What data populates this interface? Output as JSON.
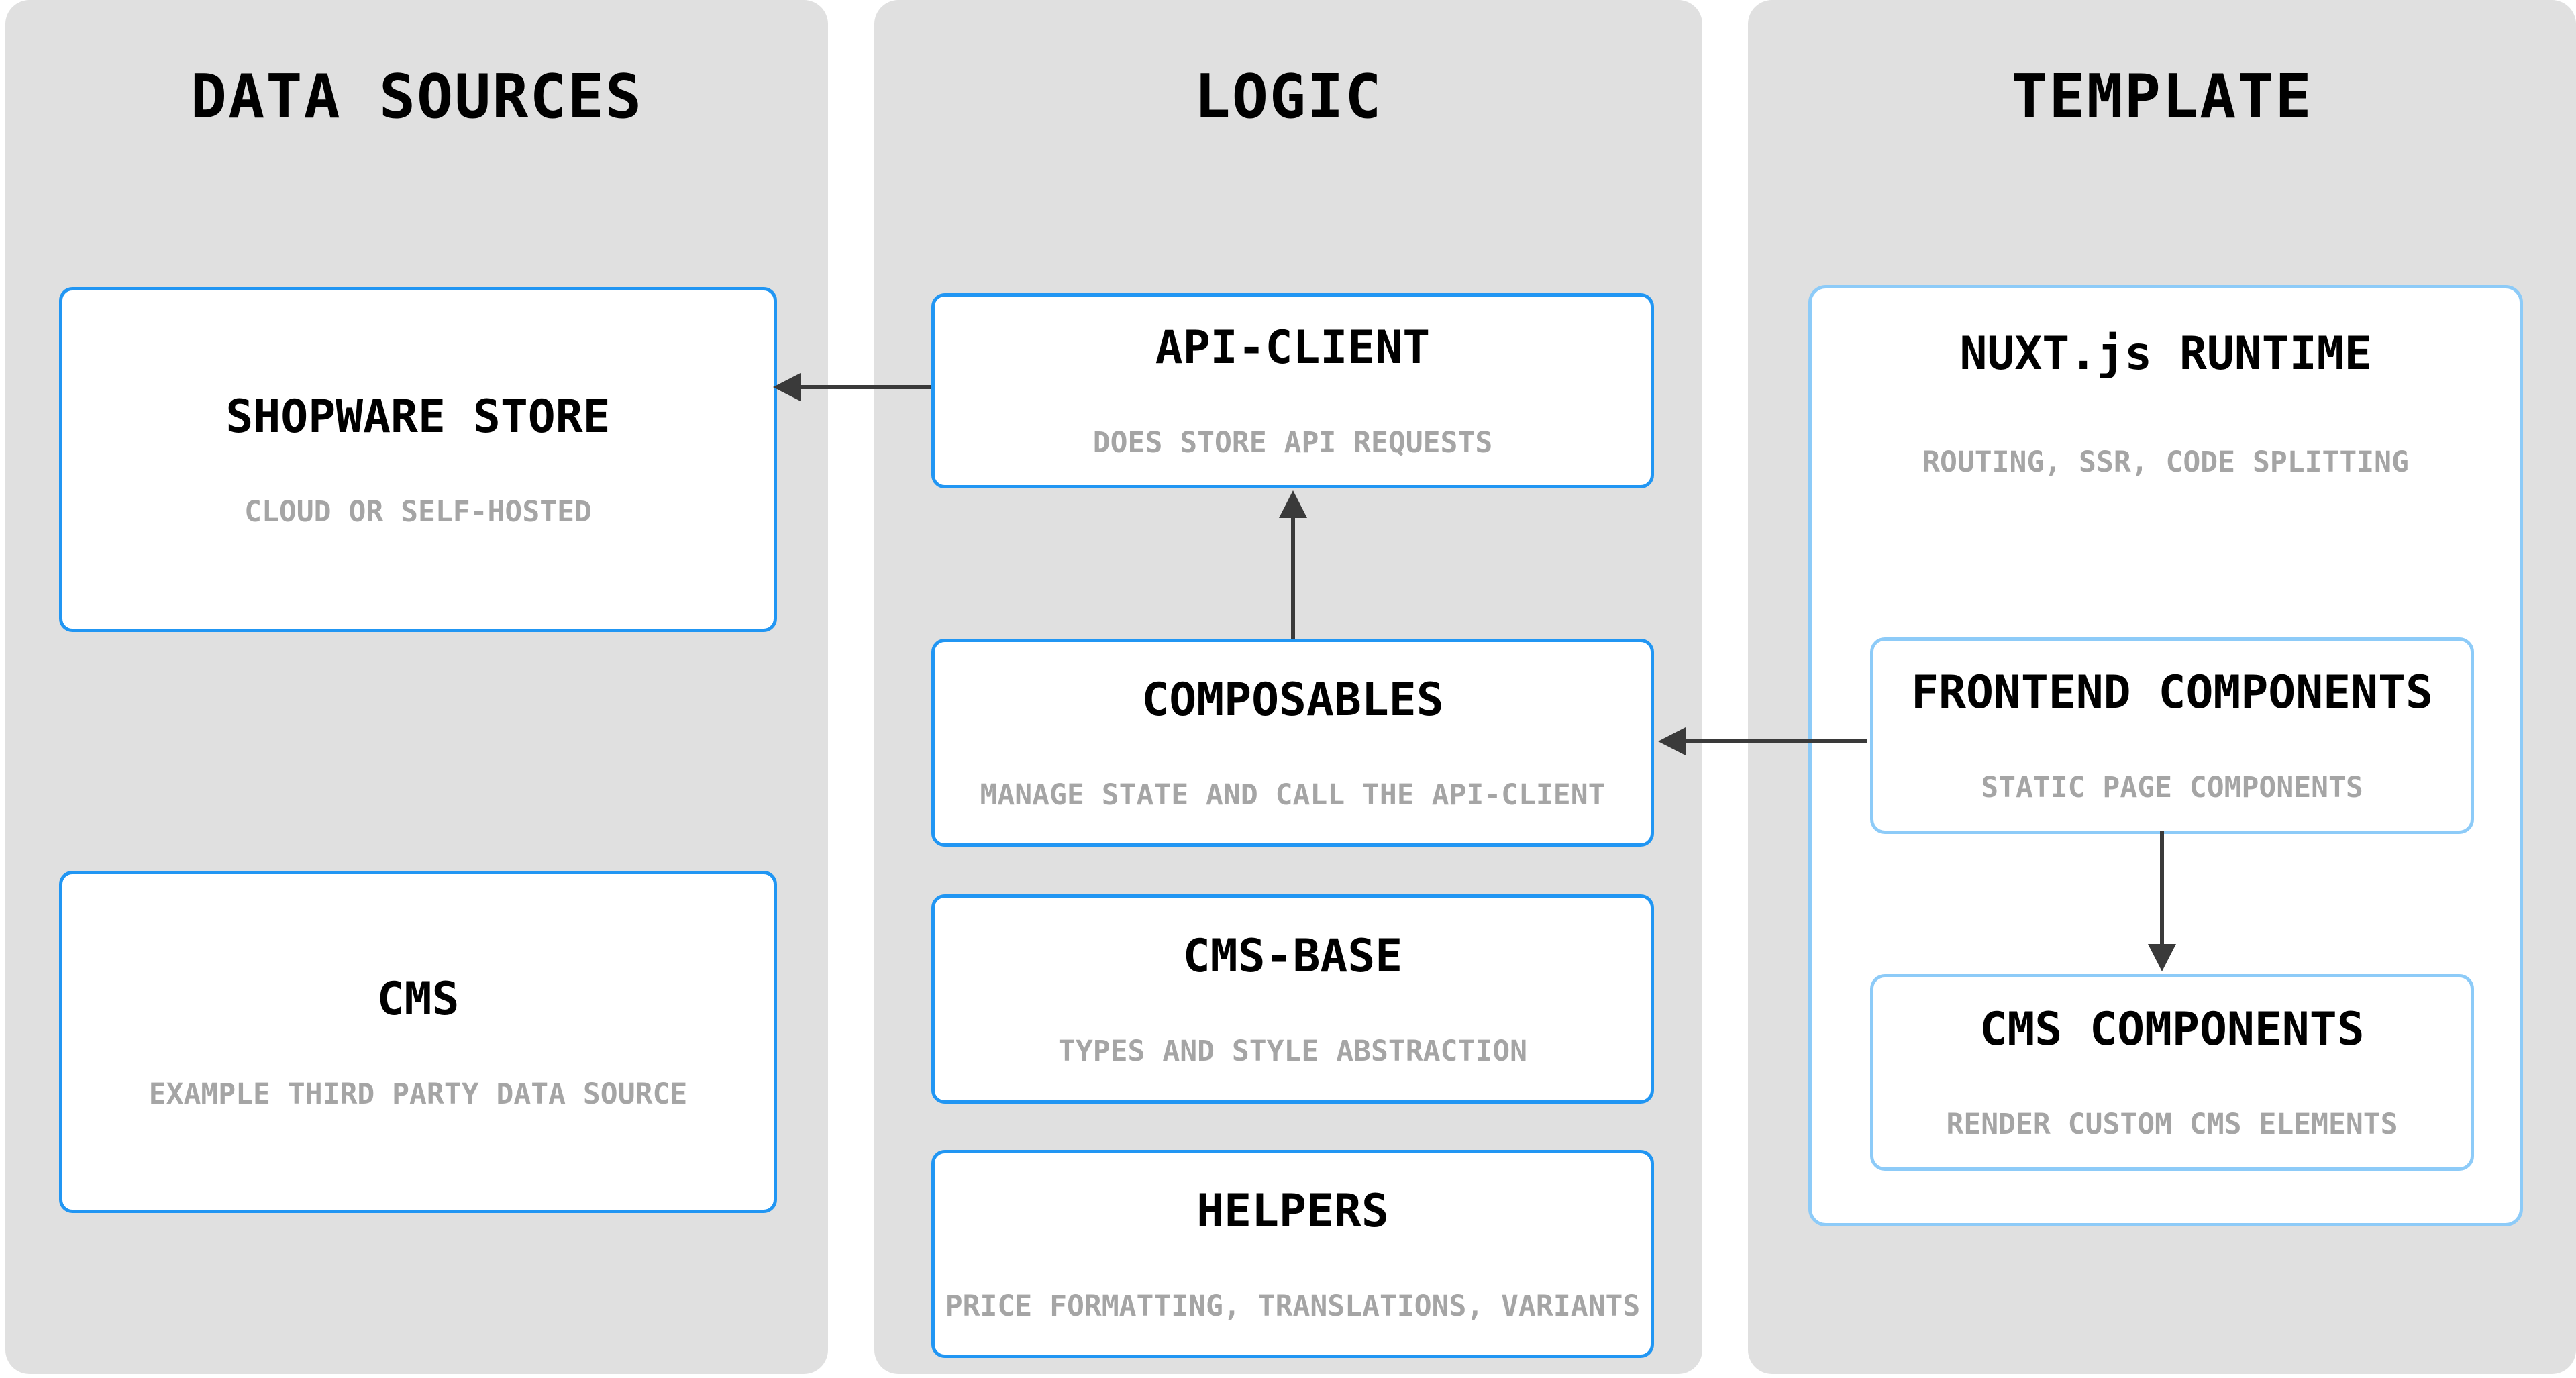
{
  "colors": {
    "accent": "#2196f3",
    "accent_light": "#8dcbf8",
    "panel_background": "#e0e0e0",
    "title": "#000000",
    "subtitle": "#a5a5a5",
    "arrow": "#3a3a3a"
  },
  "columns": [
    {
      "header": "DATA SOURCES",
      "boxes": [
        {
          "id": "shopware-store",
          "title": "SHOPWARE STORE",
          "subtitle": "CLOUD OR SELF-HOSTED"
        },
        {
          "id": "cms",
          "title": "CMS",
          "subtitle": "EXAMPLE THIRD PARTY DATA SOURCE"
        }
      ]
    },
    {
      "header": "LOGIC",
      "boxes": [
        {
          "id": "api-client",
          "title": "API-CLIENT",
          "subtitle": "DOES STORE API REQUESTS"
        },
        {
          "id": "composables",
          "title": "COMPOSABLES",
          "subtitle": "MANAGE STATE AND CALL THE API-CLIENT"
        },
        {
          "id": "cms-base",
          "title": "CMS-BASE",
          "subtitle": "TYPES AND STYLE ABSTRACTION"
        },
        {
          "id": "helpers",
          "title": "HELPERS",
          "subtitle": "PRICE FORMATTING, TRANSLATIONS, VARIANTS"
        }
      ]
    },
    {
      "header": "TEMPLATE",
      "container": {
        "id": "nuxt-runtime",
        "title": "NUXT.js RUNTIME",
        "subtitle": "ROUTING, SSR, CODE SPLITTING",
        "boxes": [
          {
            "id": "frontend-components",
            "title": "FRONTEND COMPONENTS",
            "subtitle": "STATIC PAGE COMPONENTS"
          },
          {
            "id": "cms-components",
            "title": "CMS COMPONENTS",
            "subtitle": "RENDER CUSTOM CMS ELEMENTS"
          }
        ]
      }
    }
  ],
  "arrows": [
    {
      "from": "api-client",
      "to": "shopware-store"
    },
    {
      "from": "composables",
      "to": "api-client"
    },
    {
      "from": "frontend-components",
      "to": "composables"
    },
    {
      "from": "frontend-components",
      "to": "cms-components"
    }
  ]
}
